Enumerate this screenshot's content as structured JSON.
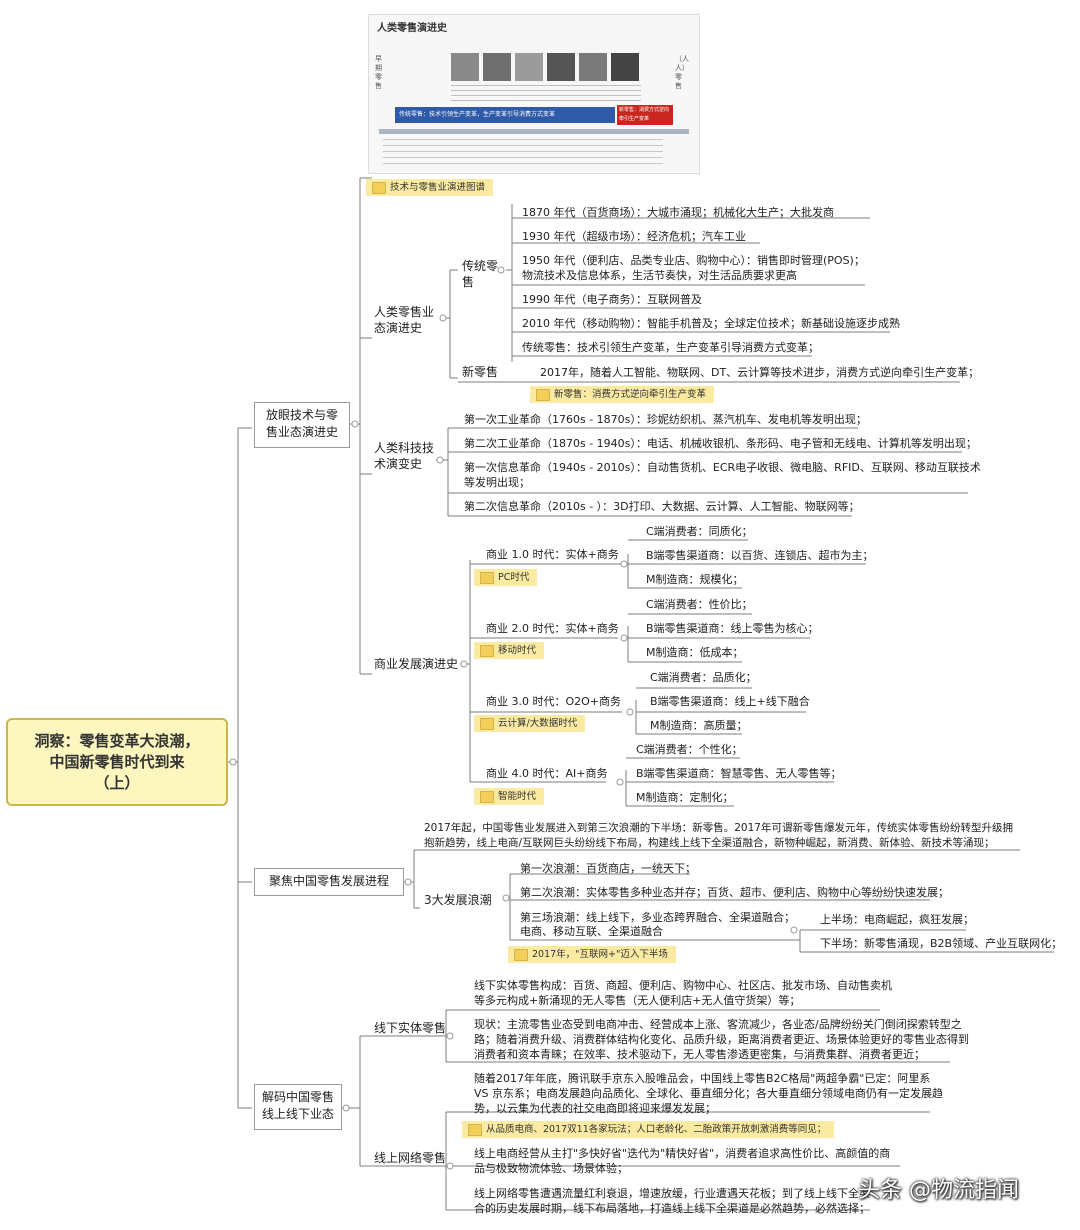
{
  "root": {
    "line1": "洞察：零售变革大浪潮，",
    "line2": "中国新零售时代到来",
    "line3": "（上）"
  },
  "thumbnail": {
    "title": "人类零售演进史",
    "side_left": "早期零售",
    "side_right": "（人人）零售",
    "arrow_blue": "传统零售：技术引领生产变革，生产变革引导消费方式变革",
    "arrow_red": "新零售：消费方式逆向牵引生产变革"
  },
  "branch1": {
    "title": "放眼技术与零售业态演进史",
    "image_note": "技术与零售业演进图谱",
    "retail_evolution": {
      "title": "人类零售业态演进史",
      "traditional": {
        "title": "传统零售",
        "items": [
          "1870 年代（百货商场）：大城市涌现；机械化大生产；大批发商",
          "1930 年代（超级市场）：经济危机；汽车工业",
          "1950 年代（便利店、品类专业店、购物中心）：销售即时管理(POS)；",
          "物流技术及信息体系，生活节奏快，对生活品质要求更高",
          "1990 年代（电子商务）：互联网普及",
          "2010 年代（移动购物）：智能手机普及；全球定位技术；新基础设施逐步成熟",
          "传统零售：技术引领生产变革，生产变革引导消费方式变革；"
        ]
      },
      "new_retail": {
        "title": "新零售",
        "text": "2017年，随着人工智能、物联网、DT、云计算等技术进步，消费方式逆向牵引生产变革；",
        "note": "新零售：消费方式逆向牵引生产变革"
      }
    },
    "tech_evolution": {
      "title": "人类科技技术演变史",
      "items": [
        "第一次工业革命（1760s - 1870s）：珍妮纺织机、蒸汽机车、发电机等发明出现；",
        "第二次工业革命（1870s - 1940s）：电话、机械收银机、条形码、电子管和无线电、计算机等发明出现；",
        "第一次信息革命（1940s - 2010s）：自动售货机、ECR电子收银、微电脑、RFID、互联网、移动互联技术",
        "等发明出现；",
        "第二次信息革命（2010s - ）：3D打印、大数据、云计算、人工智能、物联网等；"
      ]
    },
    "business_evolution": {
      "title": "商业发展演进史",
      "eras": [
        {
          "title": "商业 1.0 时代：实体+商务",
          "note": "PC时代",
          "c": "C端消费者：同质化；",
          "b": "B端零售渠道商：以百货、连锁店、超市为主；",
          "m": "M制造商：规模化；"
        },
        {
          "title": "商业 2.0 时代：实体+商务",
          "note": "移动时代",
          "c": "C端消费者：性价比；",
          "b": "B端零售渠道商：线上零售为核心；",
          "m": "M制造商：低成本；"
        },
        {
          "title": "商业 3.0 时代：O2O+商务",
          "note": "云计算/大数据时代",
          "c": "C端消费者：品质化；",
          "b": "B端零售渠道商：线上+线下融合",
          "m": "M制造商：高质量；"
        },
        {
          "title": "商业 4.0 时代：AI+商务",
          "note": "智能时代",
          "c": "C端消费者：个性化；",
          "b": "B端零售渠道商：智慧零售、无人零售等；",
          "m": "M制造商：定制化；"
        }
      ]
    }
  },
  "branch2": {
    "title": "聚焦中国零售发展进程",
    "intro1": "2017年起，中国零售业发展进入到第三次浪潮的下半场：新零售。2017年可谓新零售爆发元年，传统实体零售纷纷转型升级拥",
    "intro2": "抱新趋势，线上电商/互联网巨头纷纷线下布局，构建线上线下全渠道融合，新物种崛起，新消费、新体验、新技术等涌现；",
    "waves_title": "3大发展浪潮",
    "wave1": "第一次浪潮：百货商店，一统天下；",
    "wave2": "第二次浪潮：实体零售多种业态并存；百货、超市、便利店、购物中心等纷纷快速发展；",
    "wave3a": "第三场浪潮：线上线下，多业态跨界融合、全渠道融合；",
    "wave3b": "电商、移动互联、全渠道融合",
    "upper": "上半场：电商崛起，疯狂发展；",
    "lower": "下半场：新零售涌现，B2B领域、产业互联网化；",
    "note": "2017年，\"互联网+\"迈入下半场"
  },
  "branch3": {
    "title": "解码中国零售线上线下业态",
    "offline": {
      "title": "线下实体零售",
      "p1a": "线下实体零售构成：百货、商超、便利店、购物中心、社区店、批发市场、自动售卖机",
      "p1b": "等多元构成+新涌现的无人零售（无人便利店+无人值守货架）等；",
      "p2a": "现状：主流零售业态受到电商冲击、经营成本上涨、客流减少，各业态/品牌纷纷关门倒闭探索转型之",
      "p2b": "路；随着消费升级、消费群体结构化变化、品质升级，距离消费者更近、场景体验更好的零售业态得到",
      "p2c": "消费者和资本青睐；在效率、技术驱动下，无人零售渗透更密集，与消费集群、消费者更近；"
    },
    "online": {
      "title": "线上网络零售",
      "p1a": "随着2017年年底，腾讯联手京东入股唯品会，中国线上零售B2C格局\"两超争霸\"已定：阿里系",
      "p1b": "VS 京东系；电商发展趋向品质化、全球化、垂直细分化；各大垂直细分领域电商仍有一定发展趋",
      "p1c": "势，以云集为代表的社交电商即将迎来爆发发展；",
      "note": "从品质电商、2017双11各家玩法；人口老龄化、二胎政策开放刺激消费等同见；",
      "p2a": "线上电商经营从主打\"多快好省\"迭代为\"精快好省\"，消费者追求高性价比、高颜值的商",
      "p2b": "品与极致物流体验、场景体验；",
      "p3a": "线上网络零售遭遇流量红利衰退，增速放缓，行业遭遇天花板；到了线上线下全渠",
      "p3b": "合的历史发展时期，线下布局落地，打造线上线下全渠道是必然趋势，必然选择；"
    }
  },
  "watermark": "头条 @物流指闻"
}
